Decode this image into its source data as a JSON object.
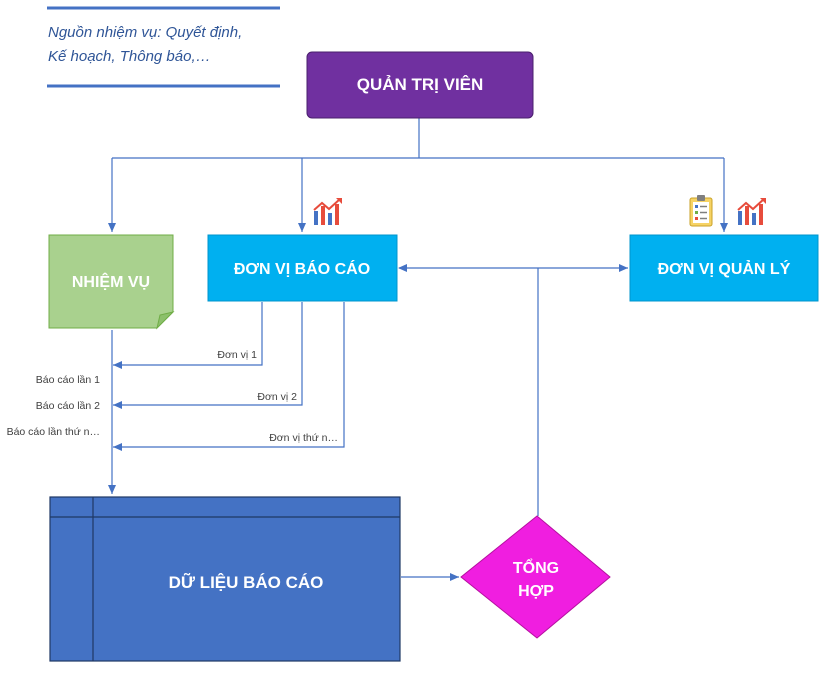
{
  "note": {
    "line1": "Nguồn nhiệm vụ: Quyết định,",
    "line2": "Kế hoạch, Thông báo,…"
  },
  "nodes": {
    "admin": "QUẢN TRỊ VIÊN",
    "task": "NHIỆM VỤ",
    "reporting_unit": "ĐƠN VỊ BÁO CÁO",
    "managing_unit": "ĐƠN VỊ QUẢN LÝ",
    "report_data": "DỮ LIỆU BÁO CÁO",
    "aggregate_line1": "TỔNG",
    "aggregate_line2": "HỢP"
  },
  "flow_labels": {
    "unit1": "Đơn vị 1",
    "unit2": "Đơn vị 2",
    "unitn": "Đơn vị thứ n…",
    "report1": "Báo cáo lần 1",
    "report2": "Báo cáo lần 2",
    "reportn": "Báo cáo lần thứ n…"
  },
  "icons": {
    "reporting_unit": "chart-icon",
    "managing_unit_1": "clipboard-checklist-icon",
    "managing_unit_2": "chart-icon"
  },
  "colors": {
    "admin": "#7030a0",
    "task": "#a9d18e",
    "unit": "#00b0f0",
    "report_data": "#4472c4",
    "aggregate": "#f01ee0",
    "line": "#4472c4"
  }
}
